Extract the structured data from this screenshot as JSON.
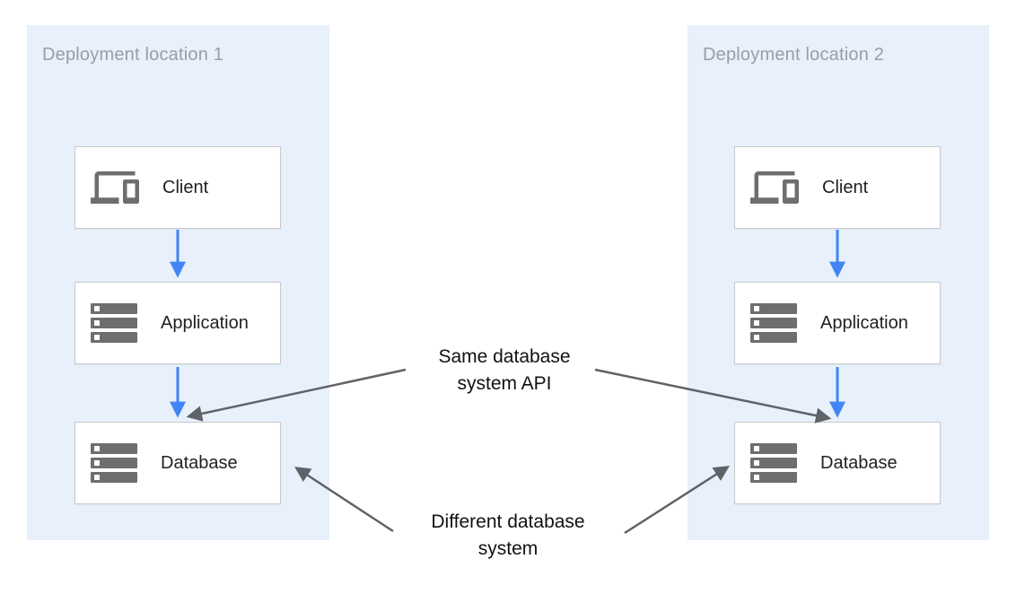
{
  "diagram": {
    "panels": [
      {
        "title": "Deployment location 1",
        "nodes": [
          {
            "label": "Client",
            "icon": "devices-icon"
          },
          {
            "label": "Application",
            "icon": "server-stack-icon"
          },
          {
            "label": "Database",
            "icon": "server-stack-icon"
          }
        ]
      },
      {
        "title": "Deployment location 2",
        "nodes": [
          {
            "label": "Client",
            "icon": "devices-icon"
          },
          {
            "label": "Application",
            "icon": "server-stack-icon"
          },
          {
            "label": "Database",
            "icon": "server-stack-icon"
          }
        ]
      }
    ],
    "annotations": {
      "same": "Same database\nsystem API",
      "different": "Different database\nsystem"
    },
    "colors": {
      "panel_bg": "#E7F0FB",
      "node_border": "#C9C9C9",
      "icon_gray": "#6E6E6E",
      "panel_title": "#9A9EA3",
      "node_label": "#202124",
      "annotation_text": "#111111",
      "arrow_blue": "#4285F4",
      "arrow_gray": "#5F6368"
    }
  }
}
